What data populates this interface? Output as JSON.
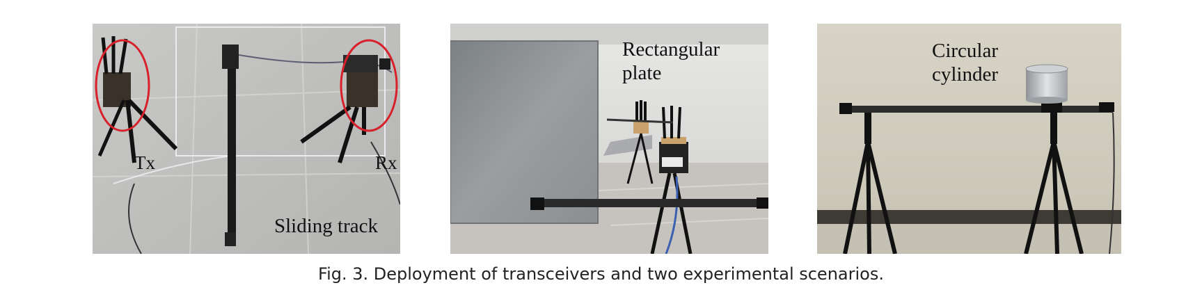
{
  "figure": {
    "caption": "Fig. 3.  Deployment of transceivers and two experimental scenarios.",
    "panels": [
      {
        "labels": {
          "tx": "Tx",
          "rx": "Rx",
          "track": "Sliding track"
        }
      },
      {
        "labels": {
          "object_line1": "Rectangular",
          "object_line2": "plate"
        }
      },
      {
        "labels": {
          "object_line1": "Circular",
          "object_line2": "cylinder"
        }
      }
    ],
    "colors": {
      "highlight_circle": "#d8202a",
      "caption_text": "#222222"
    }
  }
}
